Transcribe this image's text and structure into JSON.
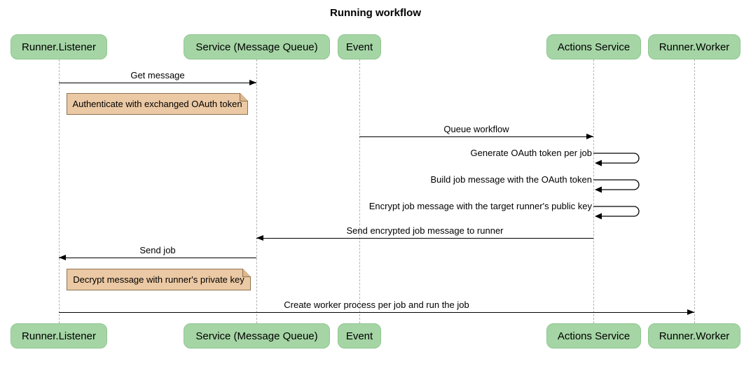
{
  "title": "Running workflow",
  "colors": {
    "participant_fill": "#a5d5a5",
    "participant_border": "#90c690",
    "note_fill": "#ebc9a4",
    "note_border": "#8d7350",
    "note_fold": "#dcb68c",
    "lifeline": "#b3b3b3",
    "arrow": "#000000"
  },
  "participants": [
    {
      "label": "Runner.Listener"
    },
    {
      "label": "Service (Message Queue)"
    },
    {
      "label": "Event"
    },
    {
      "label": "Actions Service"
    },
    {
      "label": "Runner.Worker"
    }
  ],
  "messages": [
    {
      "label": "Get message",
      "from": "Runner.Listener",
      "to": "Service (Message Queue)",
      "kind": "arrow"
    },
    {
      "label": "Queue workflow",
      "from": "Event",
      "to": "Actions Service",
      "kind": "arrow"
    },
    {
      "label": "Generate OAuth token per job",
      "from": "Actions Service",
      "to": "Actions Service",
      "kind": "self"
    },
    {
      "label": "Build job message with the OAuth token",
      "from": "Actions Service",
      "to": "Actions Service",
      "kind": "self"
    },
    {
      "label": "Encrypt job message with the target runner's public key",
      "from": "Actions Service",
      "to": "Actions Service",
      "kind": "self"
    },
    {
      "label": "Send encrypted job message to runner",
      "from": "Actions Service",
      "to": "Service (Message Queue)",
      "kind": "arrow"
    },
    {
      "label": "Send job",
      "from": "Service (Message Queue)",
      "to": "Runner.Listener",
      "kind": "arrow"
    },
    {
      "label": "Create worker process per job and run the job",
      "from": "Runner.Listener",
      "to": "Runner.Worker",
      "kind": "arrow"
    }
  ],
  "notes": [
    {
      "label": "Authenticate with exchanged OAuth token",
      "anchor": "Runner.Listener"
    },
    {
      "label": "Decrypt message with runner's private key",
      "anchor": "Runner.Listener"
    }
  ]
}
